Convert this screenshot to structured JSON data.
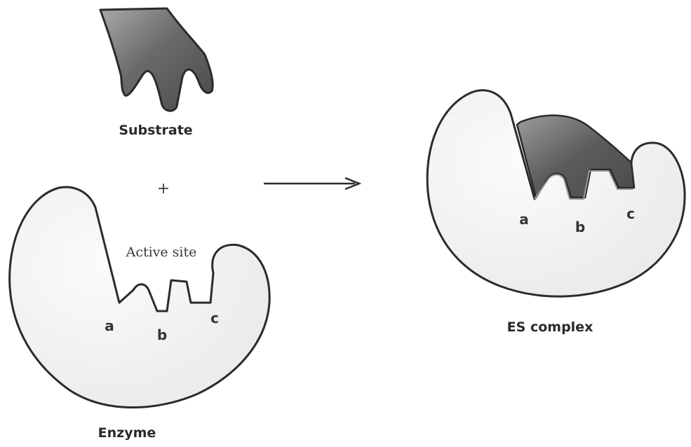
{
  "labels": {
    "substrate": "Substrate",
    "plus": "+",
    "active_site": "Active site",
    "enzyme": "Enzyme",
    "es_complex": "ES complex"
  },
  "sites": {
    "enzyme": [
      "a",
      "b",
      "c"
    ],
    "complex": [
      "a",
      "b",
      "c"
    ]
  },
  "colors": {
    "enzyme_fill": "#f1f1f1",
    "substrate_fill": "#5f5f5f",
    "outline": "#2b2b2b",
    "background": "#ffffff"
  }
}
